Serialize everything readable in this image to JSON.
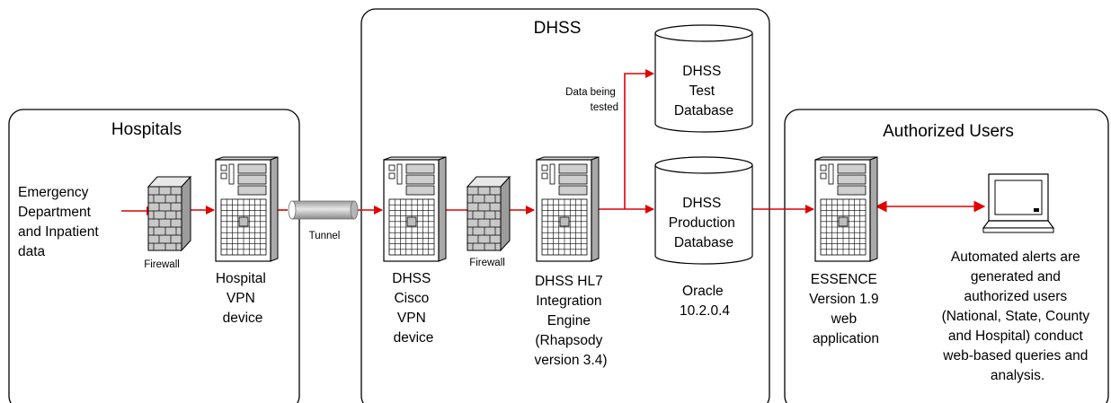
{
  "panels": {
    "hospitals": {
      "title": "Hospitals"
    },
    "dhss": {
      "title": "DHSS"
    },
    "authorized_users": {
      "title": "Authorized Users"
    }
  },
  "source": {
    "lines": [
      "Emergency",
      "Department",
      "and Inpatient",
      "data"
    ]
  },
  "firewall_hospital": {
    "label": "Firewall"
  },
  "hospital_vpn": {
    "lines": [
      "Hospital",
      "VPN",
      "device"
    ]
  },
  "tunnel": {
    "label": "Tunnel"
  },
  "dhss_cisco_vpn": {
    "lines": [
      "DHSS",
      "Cisco",
      "VPN",
      "device"
    ]
  },
  "firewall_dhss": {
    "label": "Firewall"
  },
  "integration_engine": {
    "lines": [
      "DHSS HL7",
      "Integration",
      "Engine",
      "(Rhapsody",
      "version 3.4)"
    ]
  },
  "test_db": {
    "lines": [
      "DHSS",
      "Test",
      "Database"
    ]
  },
  "test_flow": {
    "lines": [
      "Data being",
      "tested"
    ]
  },
  "production_db": {
    "lines": [
      "DHSS",
      "Production",
      "Database"
    ]
  },
  "oracle": {
    "lines": [
      "Oracle",
      "10.2.0.4"
    ]
  },
  "essence": {
    "lines": [
      "ESSENCE",
      "Version 1.9",
      "web",
      "application"
    ]
  },
  "users_note": {
    "lines": [
      "Automated alerts are",
      "generated and",
      "authorized users",
      "(National, State, County",
      "and Hospital) conduct",
      "web-based queries and",
      "analysis."
    ]
  },
  "colors": {
    "flow": "#e00000",
    "firewall_brick": "#c8c8c8",
    "server_body": "#ffffff",
    "db_fill": "#ffffff"
  },
  "icons": {
    "server": "server-tower-icon",
    "firewall": "brick-wall-icon",
    "database": "database-cylinder-icon",
    "laptop": "laptop-icon",
    "tunnel": "tunnel-pipe-icon"
  }
}
